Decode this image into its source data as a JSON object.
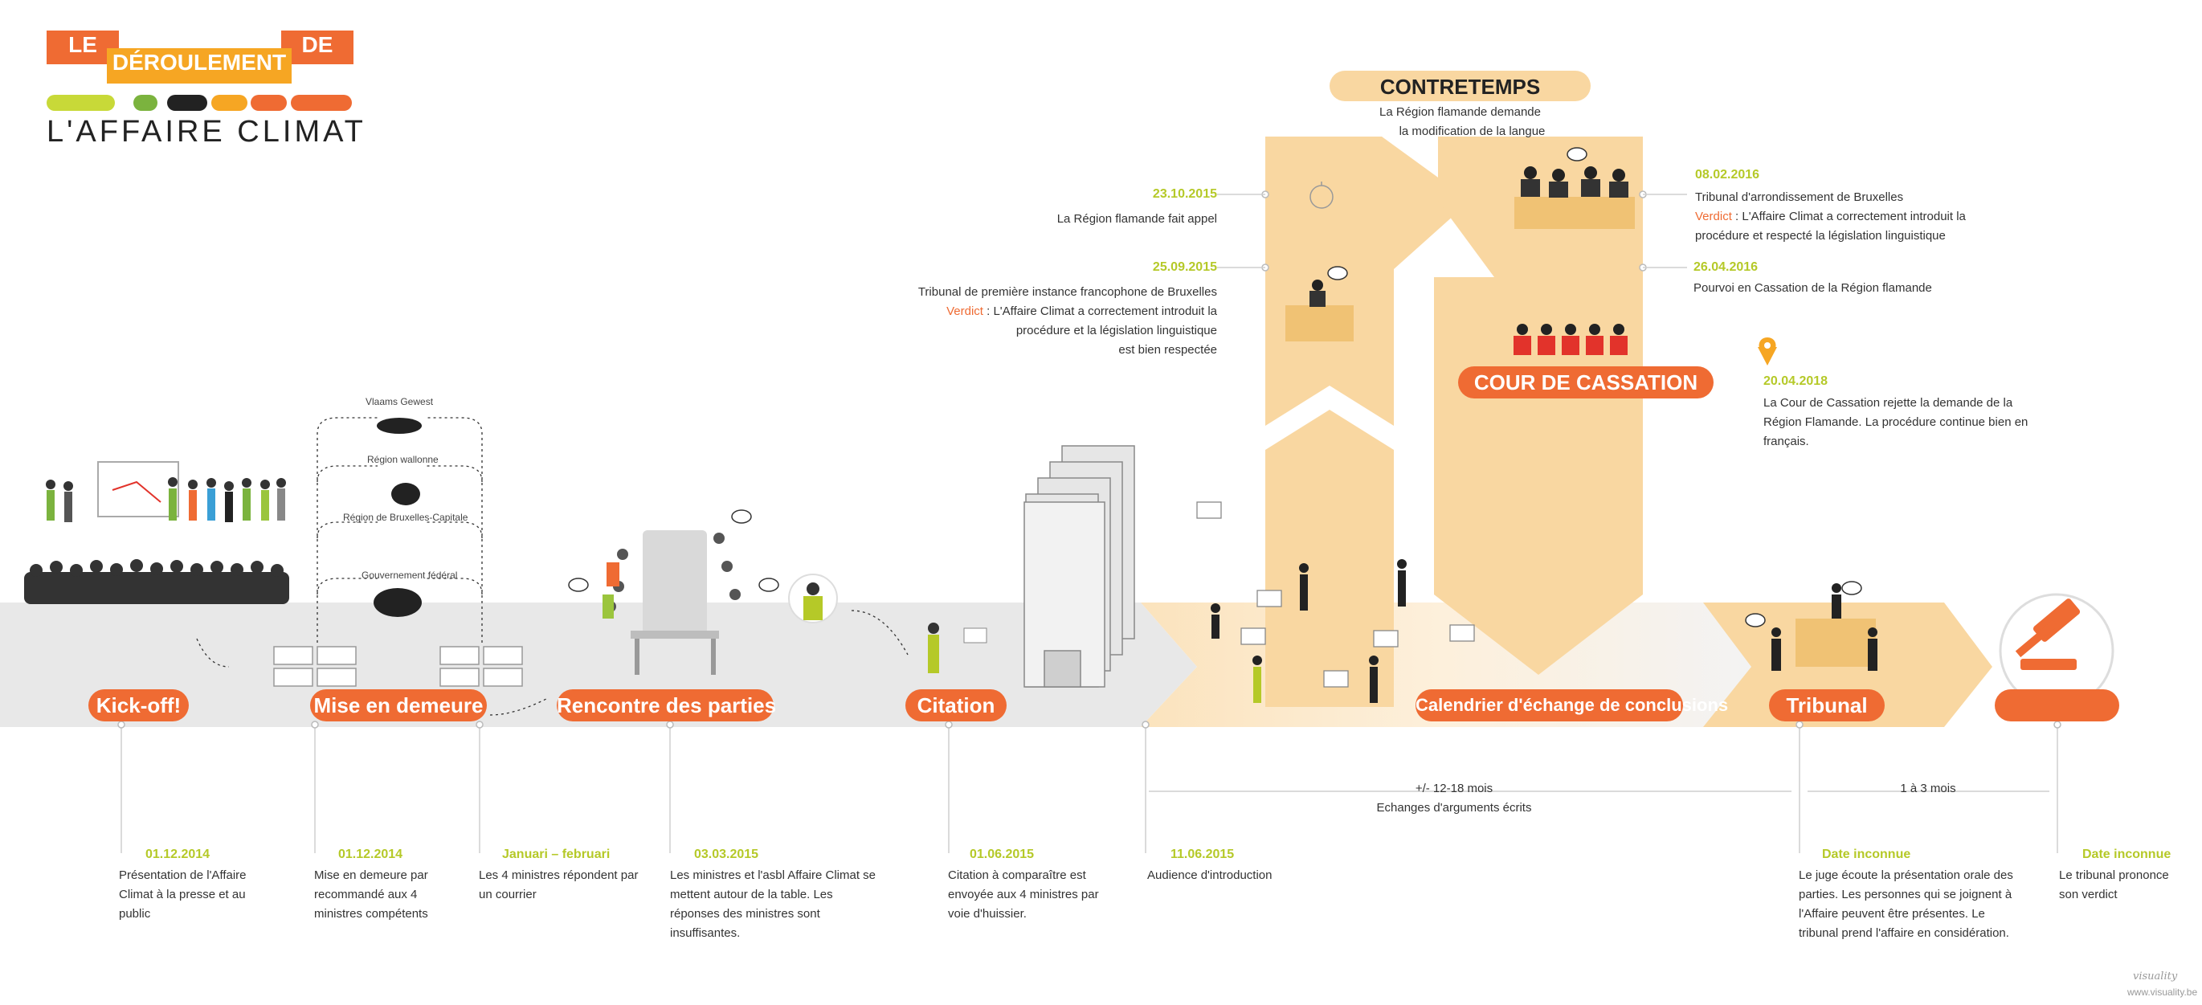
{
  "title": {
    "le": "LE",
    "deroulement": "DÉROULEMENT",
    "de": "DE",
    "subtitle": "L'AFFAIRE CLIMAT"
  },
  "colors": {
    "orange": "#ef6b33",
    "light_orange": "#f9d7a1",
    "lime": "#b5c928",
    "yellow_green": "#9bc53d",
    "black": "#222222",
    "amber": "#f6a623",
    "gray_band": "#e8e8e8"
  },
  "stages": {
    "kickoff": "Kick-off!",
    "mise": "Mise en demeure",
    "rencontre": "Rencontre des parties",
    "citation": "Citation",
    "calendrier": "Calendrier d'échange de conclusions",
    "tribunal": "Tribunal",
    "cassation": "COUR DE CASSATION",
    "contretemps": "CONTRETEMPS"
  },
  "governments": [
    "Vlaams Gewest",
    "Région wallonne",
    "Région de Bruxelles-Capitale",
    "Gouvernement fédéral"
  ],
  "timeline": [
    {
      "date": "01.12.2014",
      "text": "Présentation de l'Affaire Climat à la presse et au public"
    },
    {
      "date": "01.12.2014",
      "text": "Mise en demeure par recommandé aux 4 ministres compétents"
    },
    {
      "date": "Januari – februari",
      "text": "Les 4 ministres répondent par un courrier"
    },
    {
      "date": "03.03.2015",
      "text": "Les ministres et l'asbl Affaire Climat se mettent autour de la table. Les réponses des ministres sont insuffisantes."
    },
    {
      "date": "01.06.2015",
      "text": "Citation à comparaître est envoyée aux 4 ministres par voie d'huissier."
    },
    {
      "date": "11.06.2015",
      "text": "Audience d'introduction"
    },
    {
      "date": "Date inconnue",
      "text": "Le juge écoute la présentation orale des parties. Les personnes qui se joignent à l'Affaire peuvent être présentes. Le tribunal prend l'affaire en considération."
    },
    {
      "date": "Date inconnue",
      "text": "Le tribunal prononce son verdict"
    }
  ],
  "durations": {
    "long_line1": "+/- 12-18 mois",
    "long_line2": "Echanges d'arguments écrits",
    "short": "1 à 3 mois"
  },
  "contretemps_text": {
    "line1": "La Région flamande demande",
    "line2": "la modification de la langue"
  },
  "events": {
    "appel_date": "23.10.2015",
    "appel_text": "La Région flamande fait appel",
    "premiere_date": "25.09.2015",
    "premiere_text1": "Tribunal de première instance francophone de Bruxelles",
    "verdict_label": "Verdict",
    "premiere_text2": " : L'Affaire Climat a correctement introduit la",
    "premiere_text3": "procédure et la législation linguistique",
    "premiere_text4": "est bien respectée",
    "arr_date": "08.02.2016",
    "arr_text1": "Tribunal d'arrondissement de Bruxelles",
    "arr_text2": " : L'Affaire Climat a correctement introduit la",
    "arr_text3": "procédure et respecté la législation linguistique",
    "pourvoi_date": "26.04.2016",
    "pourvoi_text": "Pourvoi en Cassation de la Région flamande",
    "cass_date": "20.04.2018",
    "cass_text": "La Cour de Cassation rejette la demande de la Région Flamande. La procédure continue bien en français."
  },
  "footer": {
    "signature": "visuality",
    "url": "www.visuality.be"
  }
}
